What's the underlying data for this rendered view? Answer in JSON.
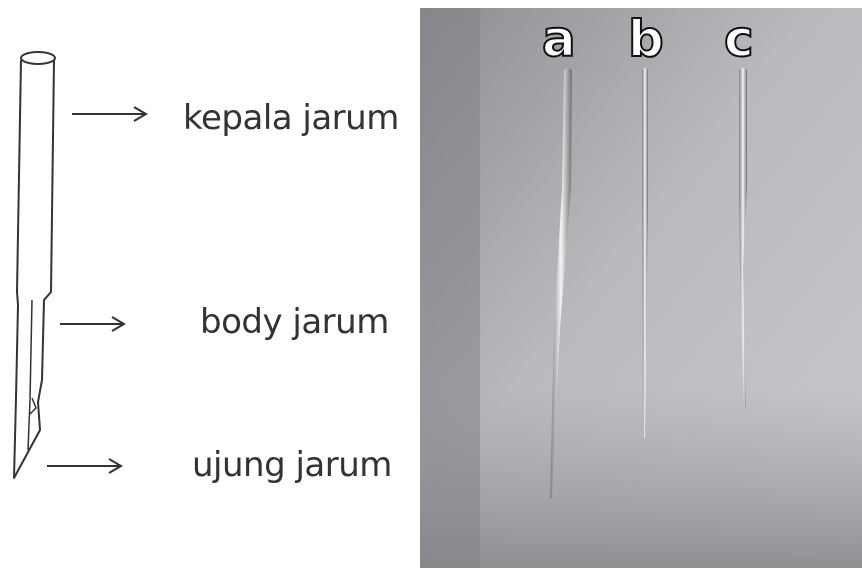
{
  "labels": {
    "head": "kepala jarum",
    "body": "body jarum",
    "tip": "ujung jarum"
  },
  "photo": {
    "needle_a": "a",
    "needle_b": "b",
    "needle_c": "c"
  }
}
